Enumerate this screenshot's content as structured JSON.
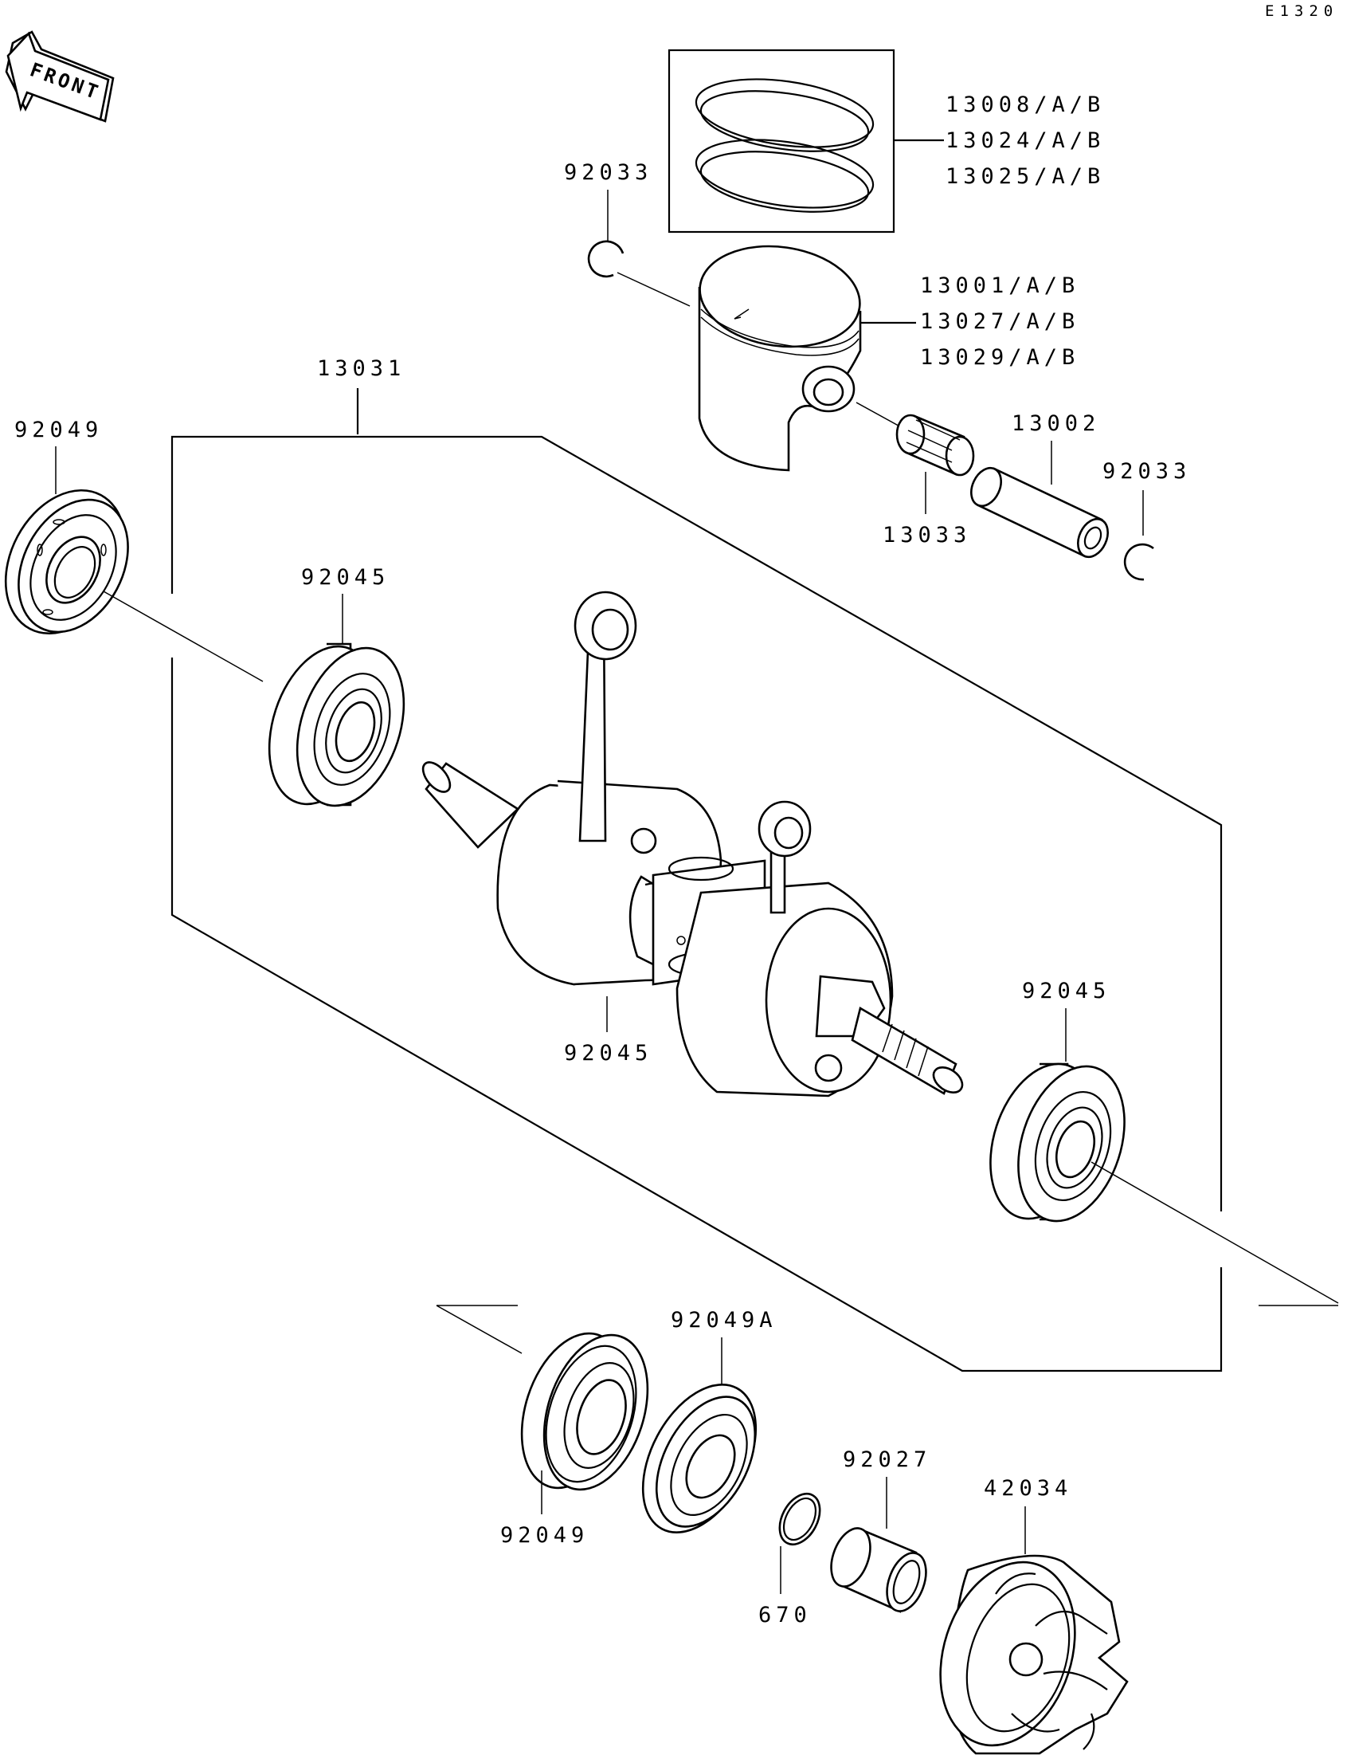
{
  "diagram_code": "E1320",
  "front_label": "FRONT",
  "labels": {
    "ring_1": "13008/A/B",
    "ring_2": "13024/A/B",
    "ring_3": "13025/A/B",
    "piston_1": "13001/A/B",
    "piston_2": "13027/A/B",
    "piston_3": "13029/A/B",
    "clip_top": "92033",
    "clip_right": "92033",
    "pin": "13002",
    "needle_bearing": "13033",
    "crank_assy": "13031",
    "seal_top_left": "92049",
    "bearing_left": "92045",
    "bearing_center": "92045",
    "bearing_right": "92045",
    "seal_bottom": "92049",
    "seal_bottom_a": "92049A",
    "collar": "92027",
    "o_ring": "670",
    "impeller": "42034"
  }
}
